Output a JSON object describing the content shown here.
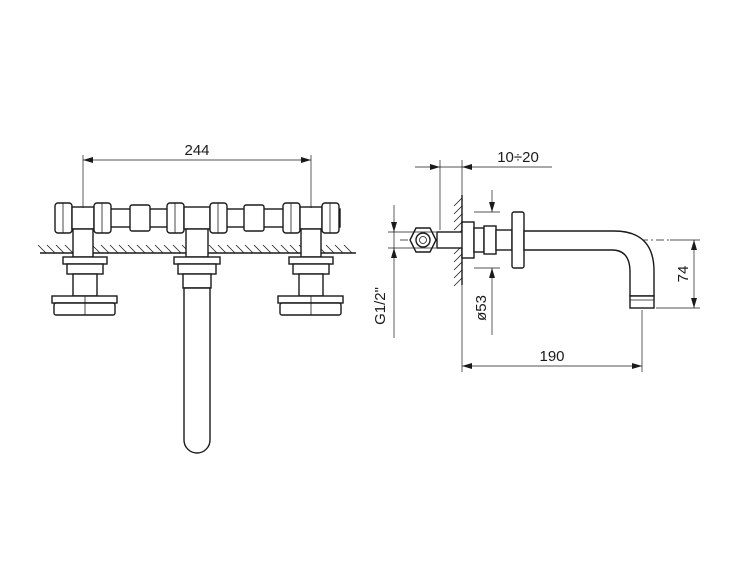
{
  "dimensions": {
    "width_label": "244",
    "wall_range_label": "10÷20",
    "thread_label": "G1/2\"",
    "flange_diameter_label": "ø53",
    "spout_length_label": "190",
    "spout_height_label": "74"
  },
  "colors": {
    "line": "#1a1a1a",
    "background": "#ffffff"
  }
}
